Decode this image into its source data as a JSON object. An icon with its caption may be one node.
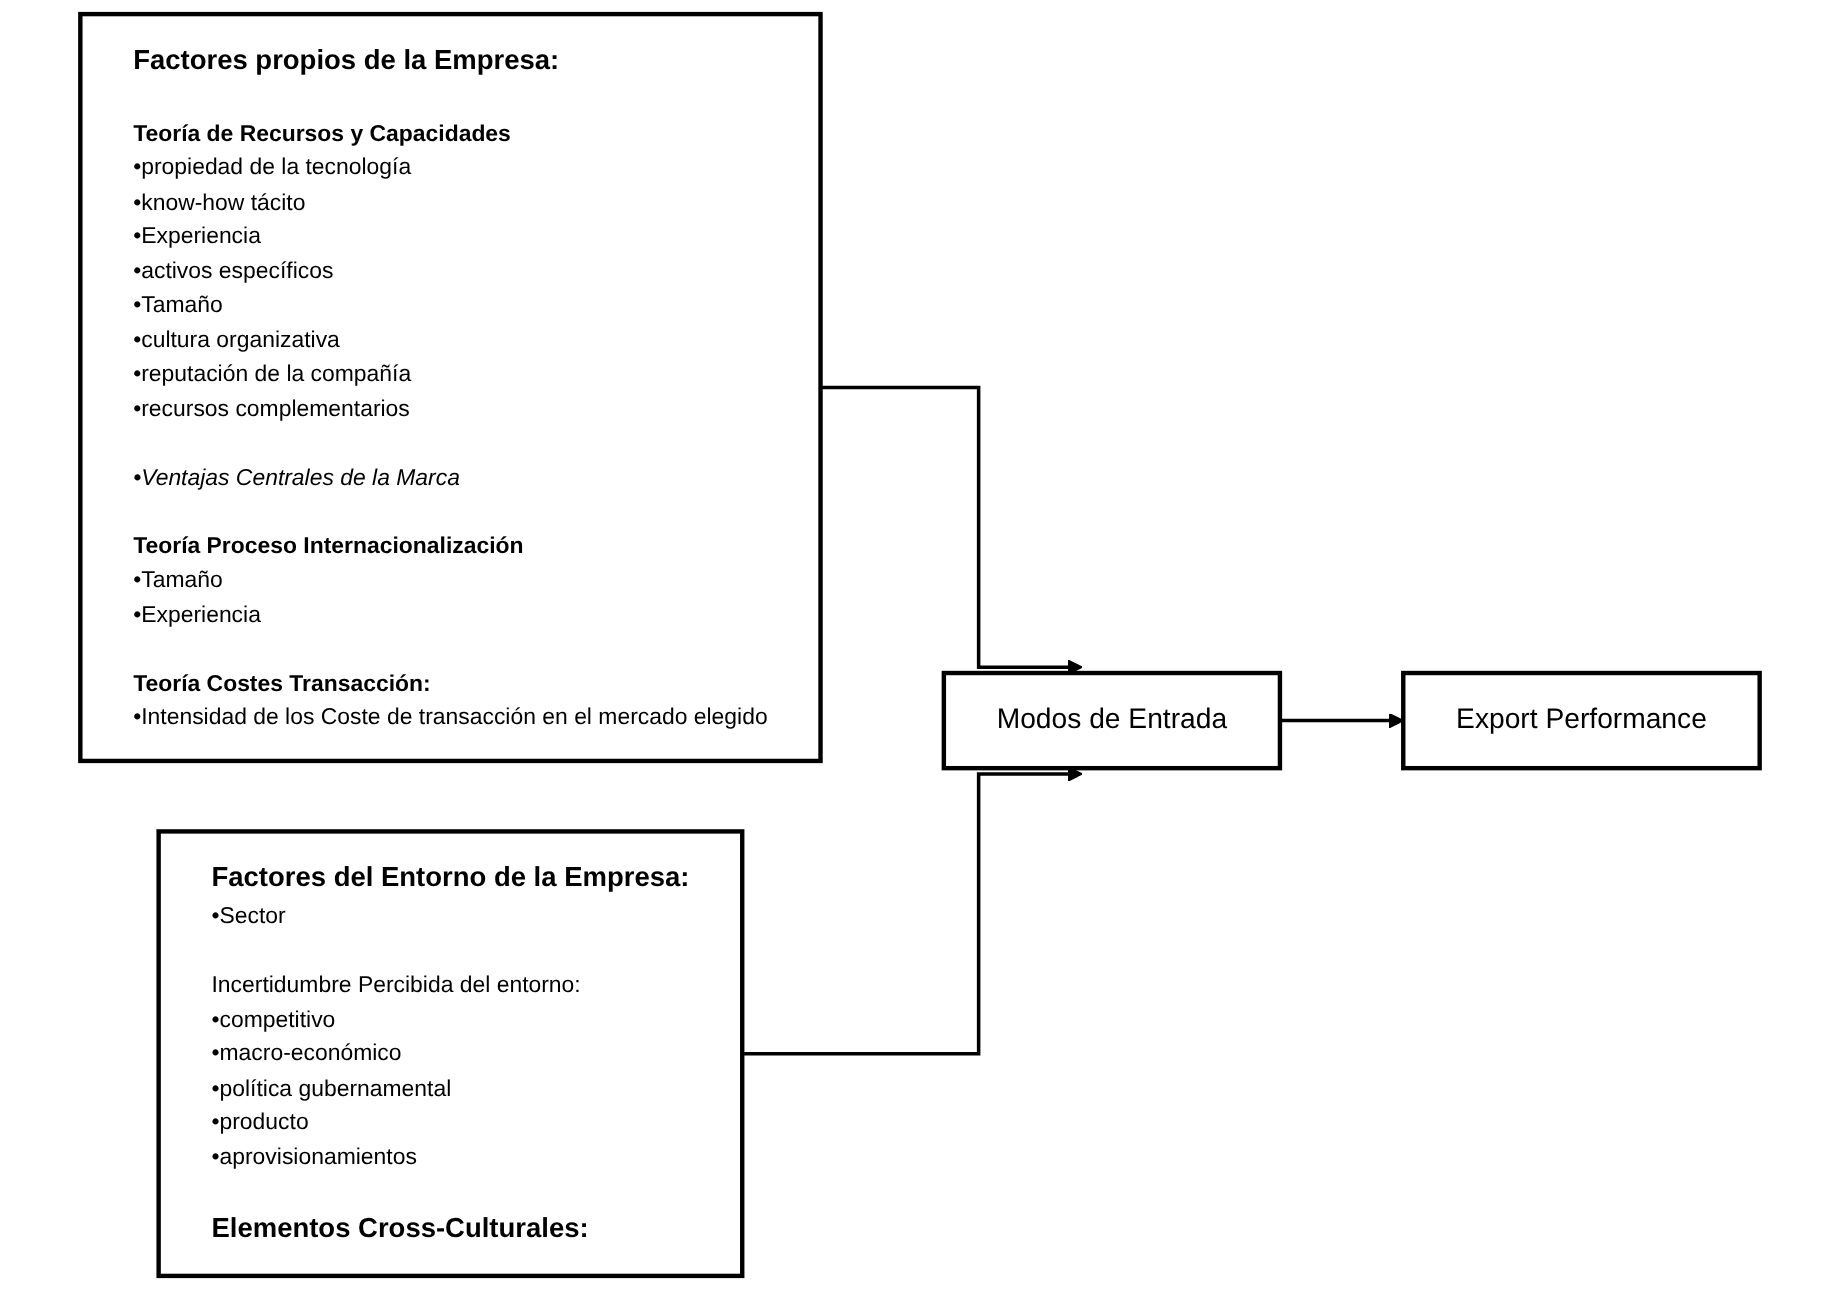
{
  "diagram": {
    "nodes": [
      {
        "text": [
          "Factores propios de la Empresa:",
          "Teoría de Recursos y Capacidades",
          "•propiedad de la tecnología",
          "•know-how tácito",
          "•Experiencia",
          "•activos específicos",
          "•Tamaño",
          "•cultura organizativa",
          "•reputación de la compañía",
          "•recursos complementarios",
          "•Ventajas Centrales de la Marca",
          "Teoría Proceso Internacionalización",
          "•Tamaño",
          "•Experiencia",
          "Teoría Costes Transacción:",
          "•Intensidad de los Coste de transacción en el mercado elegido"
        ]
      },
      {
        "text": [
          "Factores del Entorno de la Empresa:",
          "•Sector",
          "Incertidumbre Percibida del entorno:",
          "•competitivo",
          "•macro-económico",
          "•política gubernamental",
          "•producto",
          "•aprovisionamientos",
          "Elementos Cross-Culturales:"
        ]
      },
      {
        "text": [
          "Modos de Entrada"
        ]
      },
      {
        "text": [
          "Export Performance"
        ]
      }
    ],
    "edges": [
      {
        "from": 0,
        "to": 2,
        "arrow": "to"
      },
      {
        "from": 1,
        "to": 2,
        "arrow": "to"
      },
      {
        "from": 2,
        "to": 3,
        "arrow": "to"
      }
    ]
  }
}
